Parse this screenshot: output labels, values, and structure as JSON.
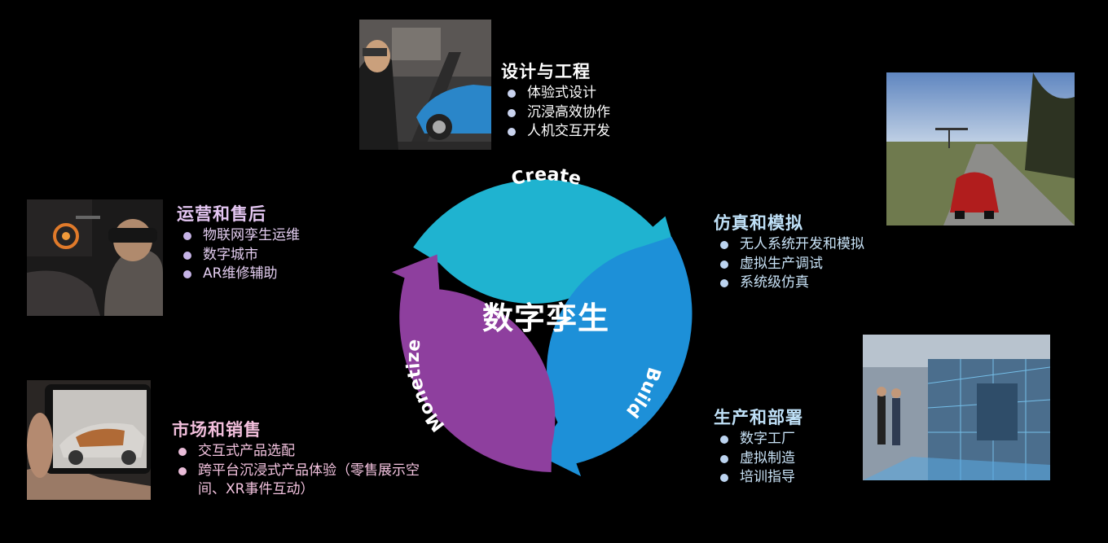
{
  "center": {
    "title": "数字孪生"
  },
  "cycle": {
    "create": "Create",
    "build": "Build",
    "monetize": "Monetize"
  },
  "sections": {
    "design": {
      "title": "设计与工程",
      "items": [
        "体验式设计",
        "沉浸高效协作",
        "人机交互开发"
      ]
    },
    "operations": {
      "title": "运营和售后",
      "items": [
        "物联网孪生运维",
        "数字城市",
        "AR维修辅助"
      ]
    },
    "market": {
      "title": "市场和销售",
      "items": [
        "交互式产品选配",
        "跨平台沉浸式产品体验（零售展示空",
        "间、XR事件互动）"
      ]
    },
    "simulation": {
      "title": "仿真和模拟",
      "items": [
        "无人系统开发和模拟",
        "虚拟生产调试",
        "系统级仿真"
      ]
    },
    "production": {
      "title": "生产和部署",
      "items": [
        "数字工厂",
        "虚拟制造",
        "培训指导"
      ]
    }
  },
  "colors": {
    "create": "#1fb3d0",
    "build": "#1d90d8",
    "monetize": "#8e3f9e"
  }
}
